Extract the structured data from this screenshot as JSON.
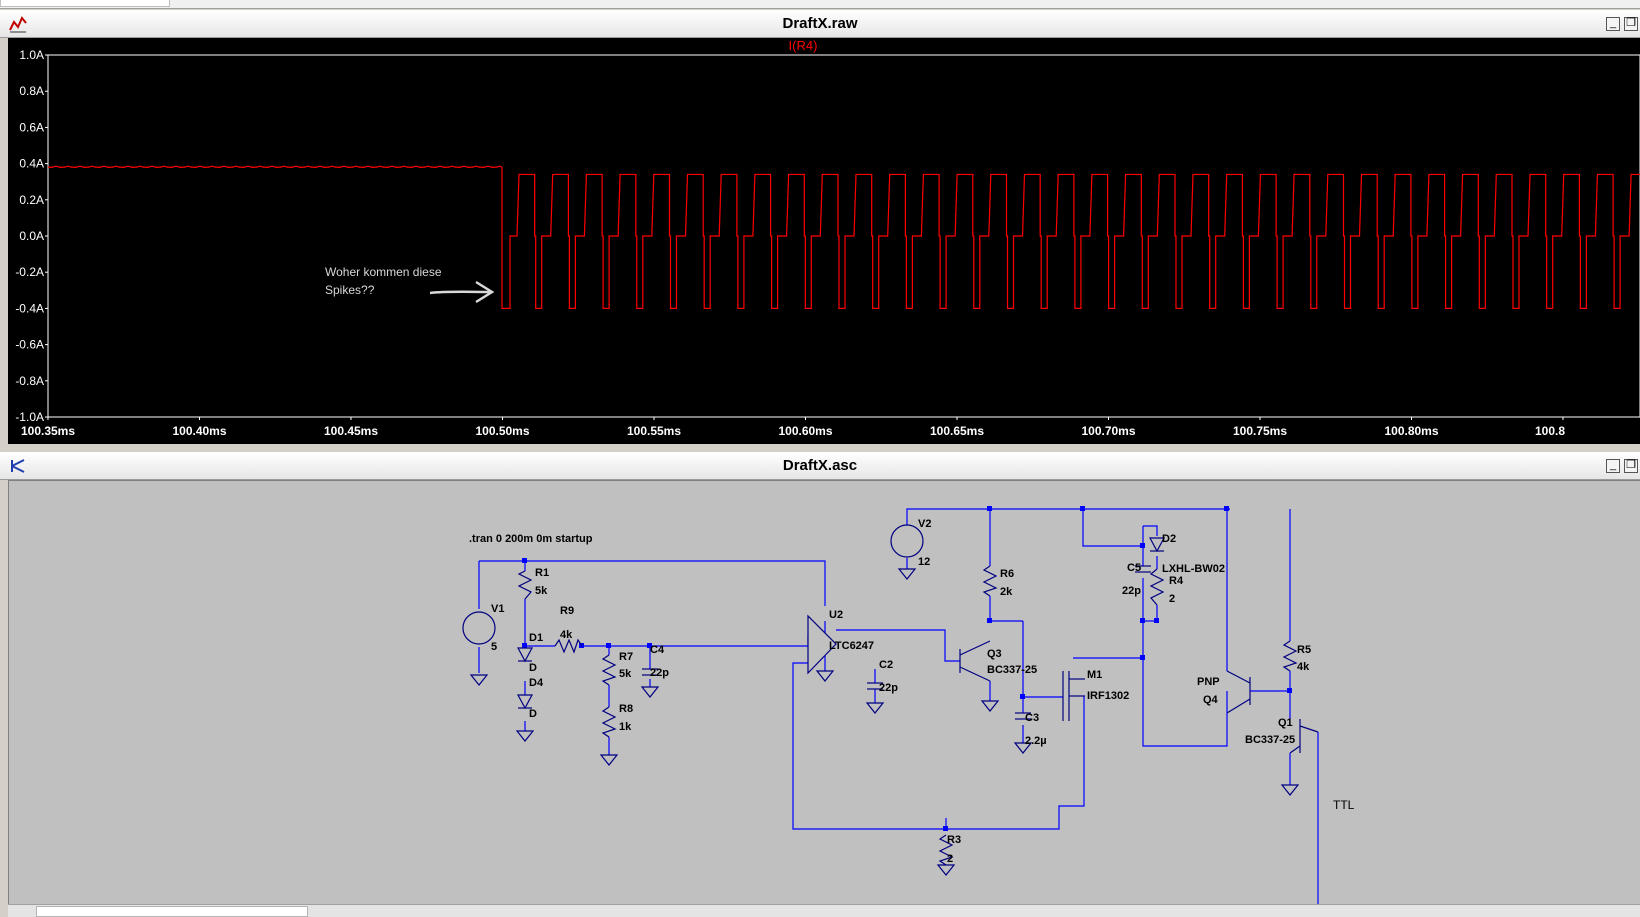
{
  "waveform_window": {
    "title": "DraftX.raw",
    "trace_label": "I(R4)",
    "y_ticks": [
      "1.0A",
      "0.8A",
      "0.6A",
      "0.4A",
      "0.2A",
      "0.0A",
      "-0.2A",
      "-0.4A",
      "-0.6A",
      "-0.8A",
      "-1.0A"
    ],
    "x_ticks": [
      "100.35ms",
      "100.40ms",
      "100.45ms",
      "100.50ms",
      "100.55ms",
      "100.60ms",
      "100.65ms",
      "100.70ms",
      "100.75ms",
      "100.80ms",
      "100.8"
    ],
    "annotation_line1": "Woher kommen diese",
    "annotation_line2": "Spikes??",
    "trace_color": "#ff0000"
  },
  "schematic_window": {
    "title": "DraftX.asc",
    "directive": ".tran 0 200m 0m startup",
    "labels": {
      "V1": "V1",
      "V1_val": "5",
      "R1": "R1",
      "R1_val": "5k",
      "D1": "D1",
      "D1_val": "D",
      "D4": "D4",
      "D4_val": "D",
      "R9": "R9",
      "R9_val": "4k",
      "R7": "R7",
      "R7_val": "5k",
      "R8": "R8",
      "R8_val": "1k",
      "C4": "C4",
      "C4_val": "22p",
      "U2": "U2",
      "U2_val": "LTC6247",
      "C2": "C2",
      "C2_val": "22p",
      "V2": "V2",
      "V2_val": "12",
      "R6": "R6",
      "R6_val": "2k",
      "Q3": "Q3",
      "Q3_val": "BC337-25",
      "C3": "C3",
      "C3_val": "2.2µ",
      "M1": "M1",
      "M1_val": "IRF1302",
      "R3": "R3",
      "R3_val": "2",
      "C5": "C5",
      "C5_val": "22p",
      "D2": "D2",
      "D2_val": "LXHL-BW02",
      "R4": "R4",
      "R4_val": "2",
      "Q4_type": "PNP",
      "Q4": "Q4",
      "R5": "R5",
      "R5_val": "4k",
      "Q1": "Q1",
      "Q1_val": "BC337-25",
      "TTL": "TTL"
    }
  },
  "controls": {
    "minimize": "_",
    "restore": "❐"
  }
}
